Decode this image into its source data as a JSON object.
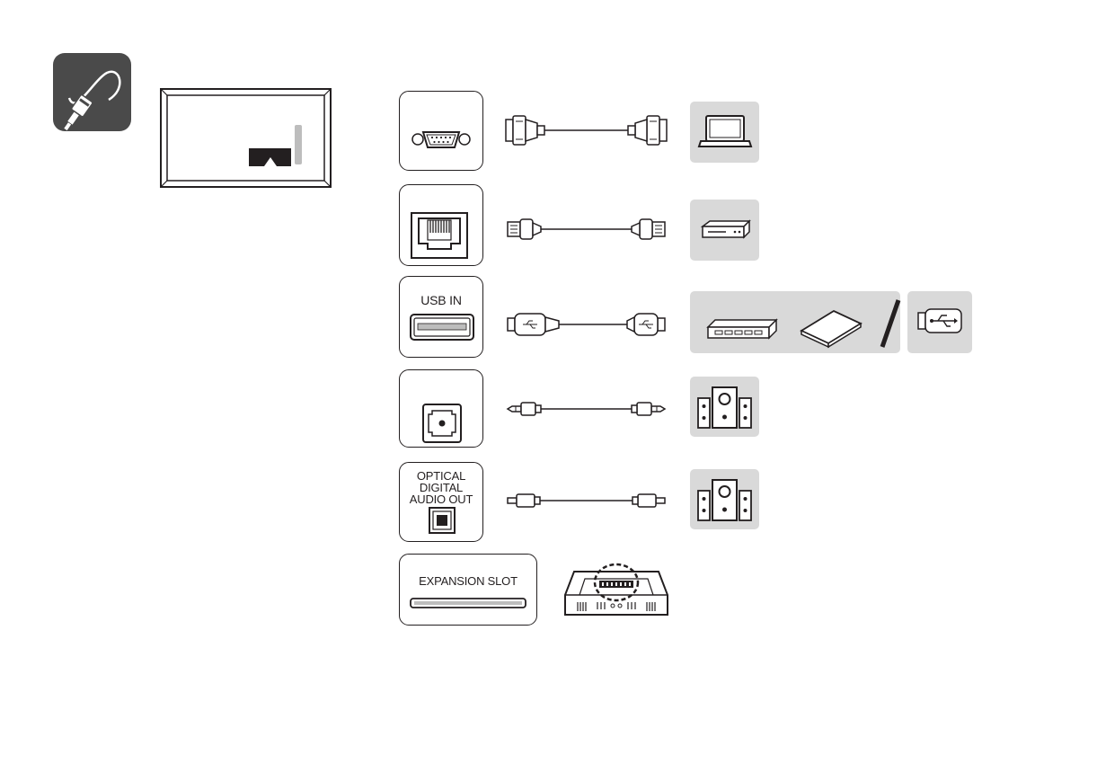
{
  "ports": {
    "usb_in": "USB IN",
    "optical": [
      "OPTICAL",
      "DIGITAL",
      "AUDIO OUT"
    ],
    "expansion_slot": "EXPANSION SLOT"
  },
  "icons": {
    "section": "cable-plug-icon",
    "monitor": "monitor-back-panel-icon",
    "rs232c": "serial-port-icon",
    "lan": "lan-port-icon",
    "usb": "usb-port-icon",
    "audio_out": "audio-jack-icon",
    "optical": "optical-port-icon",
    "expansion": "expansion-slot-icon",
    "pc": "laptop-icon",
    "av_device": "dvd-player-icon",
    "storage_hub": "usb-hub-icon",
    "hdd": "external-hdd-icon",
    "flash": "usb-flash-icon",
    "speakers": "speaker-system-icon",
    "rear_board": "monitor-rear-slot-icon"
  },
  "separator": "/",
  "colors": {
    "ink": "#231f20",
    "badge": "#4a4a4a",
    "device_bg": "#d9d9d9",
    "bar": "#bdbdbd"
  }
}
